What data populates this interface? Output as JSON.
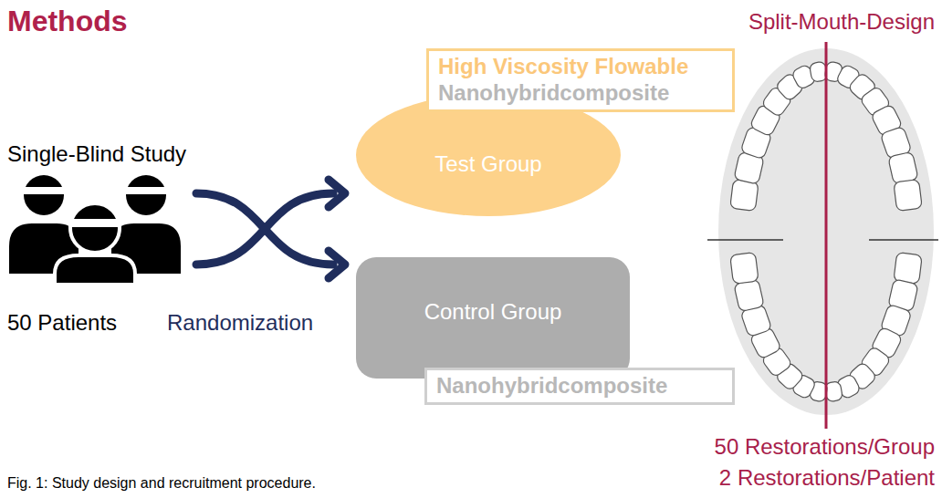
{
  "diagram": {
    "title": "Methods",
    "caption": "Fig. 1: Study design and recruitment procedure.",
    "nodes": [
      {
        "text": [
          "High Viscosity Flowable",
          "Nanohybridcomposite"
        ]
      },
      {
        "text": [
          "Test Group"
        ]
      },
      {
        "text": [
          "Control Group"
        ]
      },
      {
        "text": [
          "Nanohybridcomposite"
        ]
      }
    ],
    "labels": [
      "Single-Blind Study",
      "50 Patients",
      "Randomization",
      "Split-Mouth-Design",
      "50 Restorations/Group",
      "2 Restorations/Patient"
    ]
  }
}
